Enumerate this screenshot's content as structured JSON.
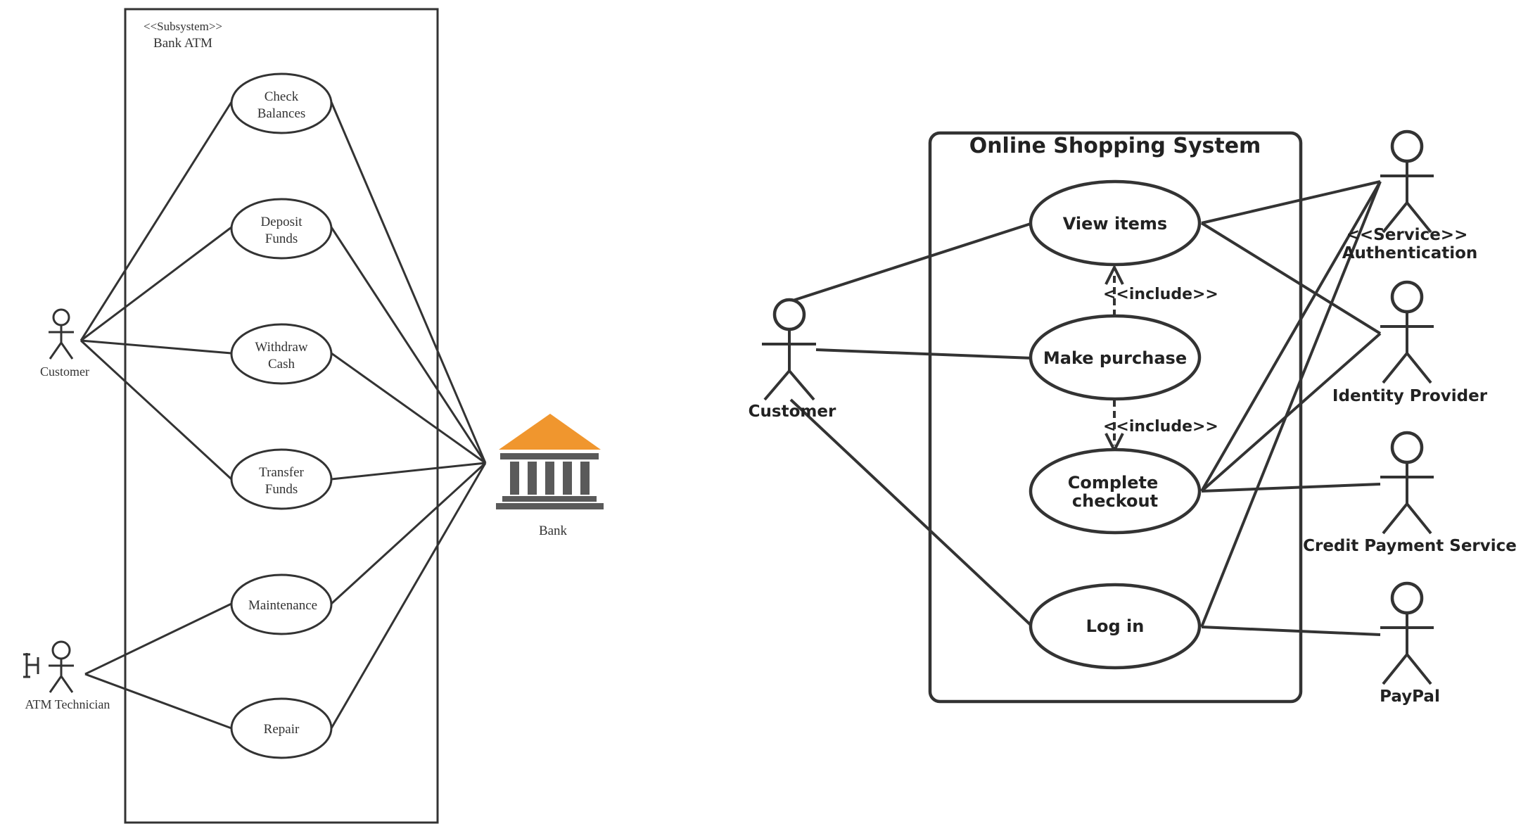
{
  "left_diagram": {
    "stereotype": "<<Subsystem>>",
    "system_name": "Bank ATM",
    "use_cases": {
      "check_balances": [
        "Check",
        "Balances"
      ],
      "deposit_funds": [
        "Deposit",
        "Funds"
      ],
      "withdraw_cash": [
        "Withdraw",
        "Cash"
      ],
      "transfer_funds": [
        "Transfer",
        "Funds"
      ],
      "maintenance": [
        "Maintenance"
      ],
      "repair": [
        "Repair"
      ]
    },
    "actors": {
      "customer": "Customer",
      "technician": "ATM Technician",
      "bank": "Bank"
    },
    "colors": {
      "bank_roof": "#F0962E",
      "bank_building": "#5A5A5A"
    }
  },
  "right_diagram": {
    "system_name": "Online Shopping System",
    "use_cases": {
      "view_items": [
        "View items"
      ],
      "make_purchase": [
        "Make purchase"
      ],
      "complete_checkout": [
        "Complete",
        "checkout"
      ],
      "log_in": [
        "Log in"
      ]
    },
    "include_label": "<<include>>",
    "actors": {
      "customer": "Customer",
      "authentication_stereotype": "<<Service>>",
      "authentication": "Authentication",
      "identity_provider": "Identity Provider",
      "credit_payment": "Credit Payment Service",
      "paypal": "PayPal"
    }
  }
}
